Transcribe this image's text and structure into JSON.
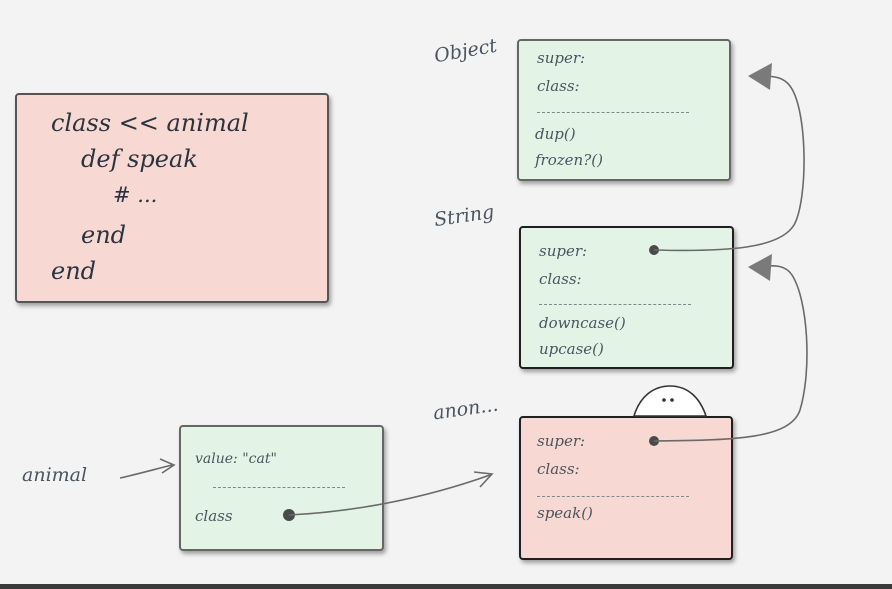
{
  "code_box": {
    "lines": [
      "class << animal",
      "def speak",
      "# ...",
      "end",
      "end"
    ]
  },
  "object_box": {
    "label": "Object",
    "fields": [
      "super:",
      "class:"
    ],
    "methods": [
      "dup()",
      "frozen?()"
    ]
  },
  "string_box": {
    "label": "String",
    "fields": [
      "super:",
      "class:"
    ],
    "methods": [
      "downcase()",
      "upcase()"
    ]
  },
  "anon_box": {
    "label": "anon...",
    "fields": [
      "super:",
      "class:"
    ],
    "methods": [
      "speak()"
    ]
  },
  "instance_box": {
    "label": "animal",
    "value": "value: \"cat\"",
    "class_field": "class"
  },
  "colors": {
    "green_fill": "#e3f4e6",
    "pink_fill": "#f8d8d2",
    "arrow": "#6a6a6a"
  }
}
